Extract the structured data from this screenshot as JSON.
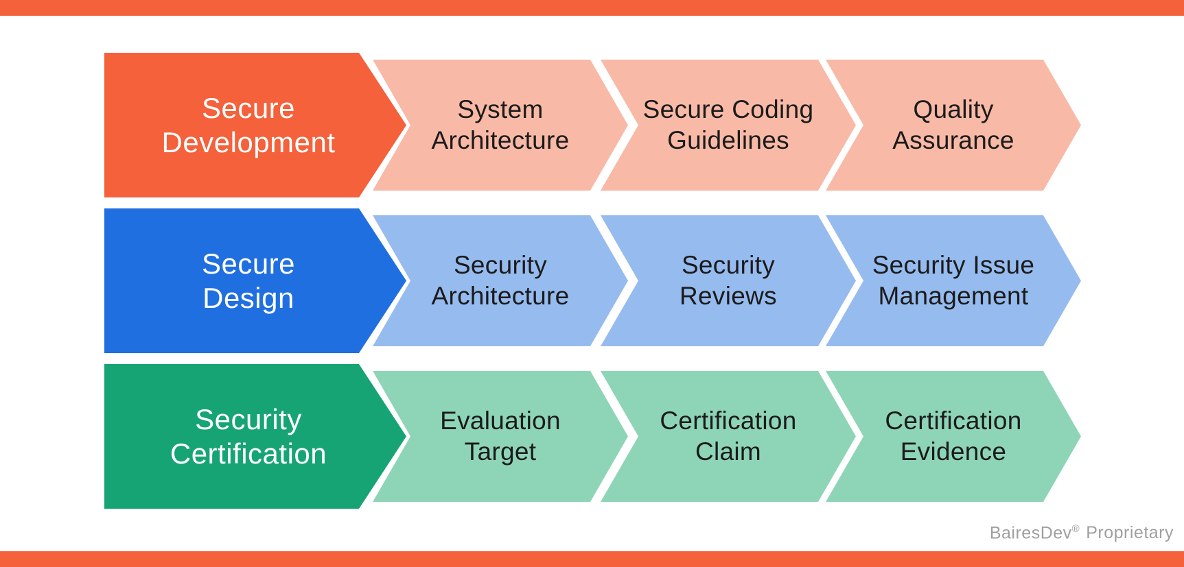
{
  "page": {
    "background": "#FFFFFF",
    "top_bar_color": "#F4613B",
    "bottom_bar_color": "#F4613B"
  },
  "diagram": {
    "rows": [
      {
        "label": "Secure\nDevelopment",
        "colors": {
          "dark": "#F4613B",
          "light": "#F8B9A6",
          "label_text": "#FFFFFF",
          "step_text": "#1B1B1B"
        },
        "steps": [
          "System\nArchitecture",
          "Secure Coding\nGuidelines",
          "Quality\nAssurance"
        ]
      },
      {
        "label": "Secure\nDesign",
        "colors": {
          "dark": "#1F6FE0",
          "light": "#96BBEF",
          "label_text": "#FFFFFF",
          "step_text": "#1B1B1B"
        },
        "steps": [
          "Security\nArchitecture",
          "Security\nReviews",
          "Security Issue\nManagement"
        ]
      },
      {
        "label": "Security\nCertification",
        "colors": {
          "dark": "#17A474",
          "light": "#8ED5B8",
          "label_text": "#FFFFFF",
          "step_text": "#1B1B1B"
        },
        "steps": [
          "Evaluation\nTarget",
          "Certification\nClaim",
          "Certification\nEvidence"
        ]
      }
    ]
  },
  "footer": {
    "brand": "BairesDev",
    "registered_mark": "®",
    "suffix": "Proprietary",
    "text_color": "#9DA0A0"
  }
}
